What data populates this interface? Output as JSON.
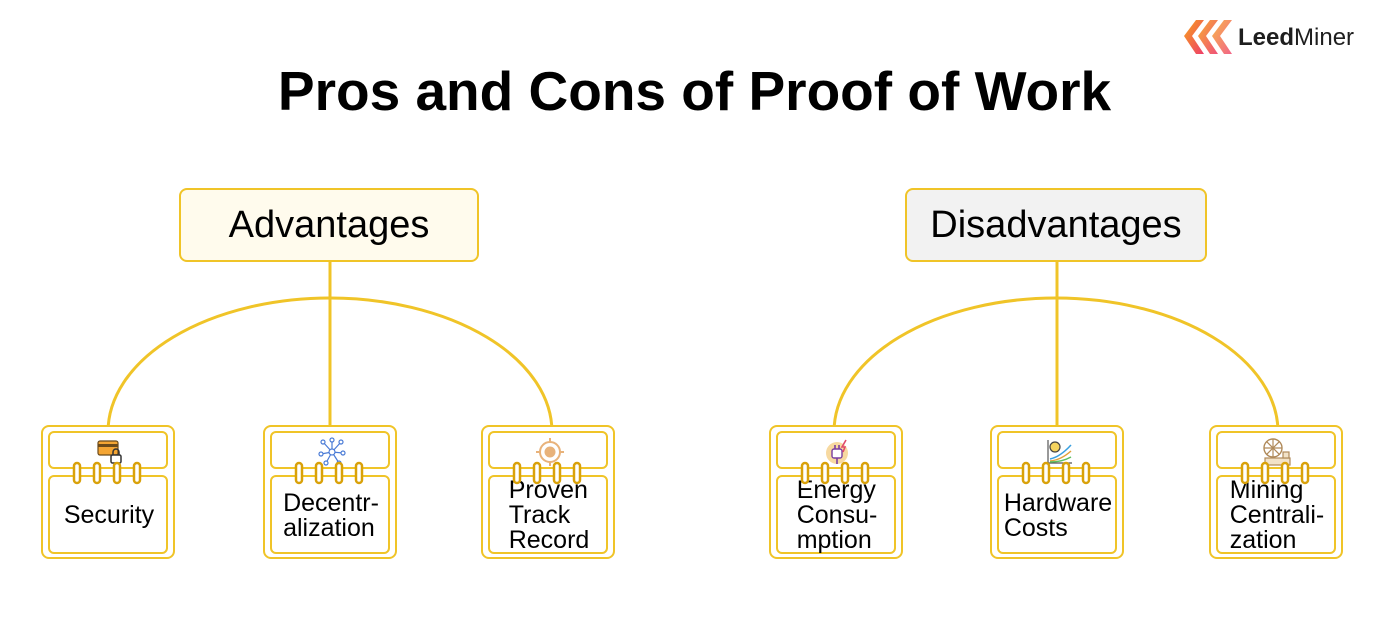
{
  "title": "Pros and Cons of Proof of Work",
  "logo": {
    "brand_bold": "Leed",
    "brand_rest": "Miner",
    "accent_color": "#f25a2b"
  },
  "colors": {
    "connector": "#f0c428",
    "advantages_fill": "#fffbed",
    "disadvantages_fill": "#f2f2f2"
  },
  "advantages": {
    "label": "Advantages",
    "items": [
      {
        "label": "Security",
        "icon": "credit-card-lock-icon"
      },
      {
        "label": "Decentr-\nalization",
        "icon": "network-nodes-icon"
      },
      {
        "label": "Proven\nTrack\nRecord",
        "icon": "target-icon"
      }
    ]
  },
  "disadvantages": {
    "label": "Disadvantages",
    "items": [
      {
        "label": "Energy\nConsu-\nmption",
        "icon": "power-plug-icon"
      },
      {
        "label": "Hardware\nCosts",
        "icon": "cost-chart-icon"
      },
      {
        "label": "Mining\nCentrali-\nzation",
        "icon": "mining-facility-icon"
      }
    ]
  }
}
